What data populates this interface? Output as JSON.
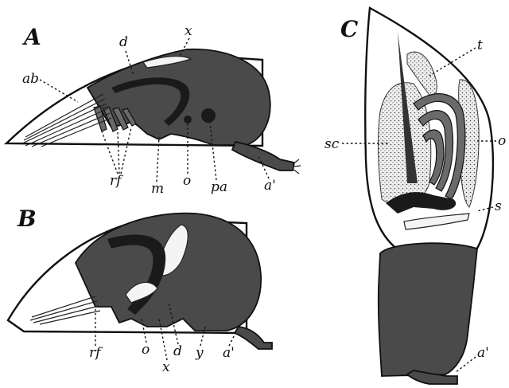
{
  "panels": {
    "a": {
      "label": "A",
      "parts": [
        "ab",
        "d",
        "x",
        "rf",
        "m",
        "o",
        "pa",
        "a'"
      ]
    },
    "b": {
      "label": "B",
      "parts": [
        "rf",
        "o",
        "x",
        "d",
        "y",
        "a'"
      ]
    },
    "c": {
      "label": "C",
      "parts": [
        "t",
        "sc",
        "o",
        "s",
        "a'"
      ]
    }
  },
  "colors": {
    "ink": "#111111",
    "body": "#4a4a4a",
    "paper": "#ffffff"
  }
}
